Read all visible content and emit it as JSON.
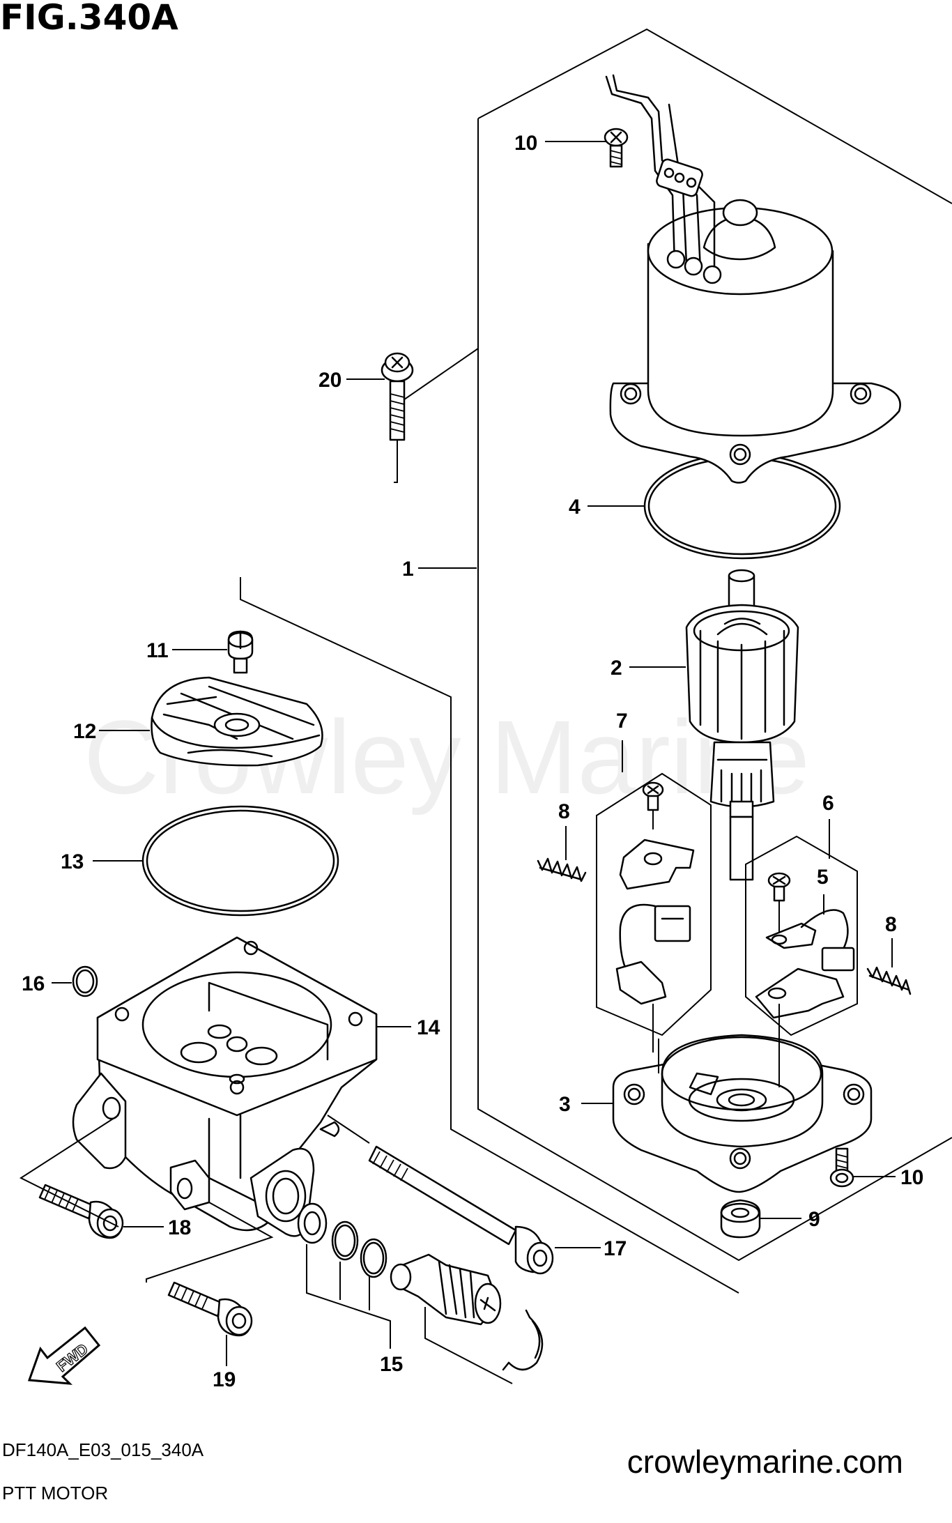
{
  "figure": {
    "title": "FIG.340A",
    "diagram_code": "DF140A_E03_015_340A",
    "diagram_name": "PTT MOTOR",
    "watermark": "Crowley Marine",
    "website": "crowleymarine.com",
    "fwd_label": "FWD"
  },
  "callouts": [
    "1",
    "2",
    "3",
    "4",
    "5",
    "6",
    "7",
    "8",
    "8",
    "9",
    "10",
    "10",
    "11",
    "12",
    "13",
    "14",
    "15",
    "16",
    "17",
    "18",
    "19",
    "20"
  ]
}
